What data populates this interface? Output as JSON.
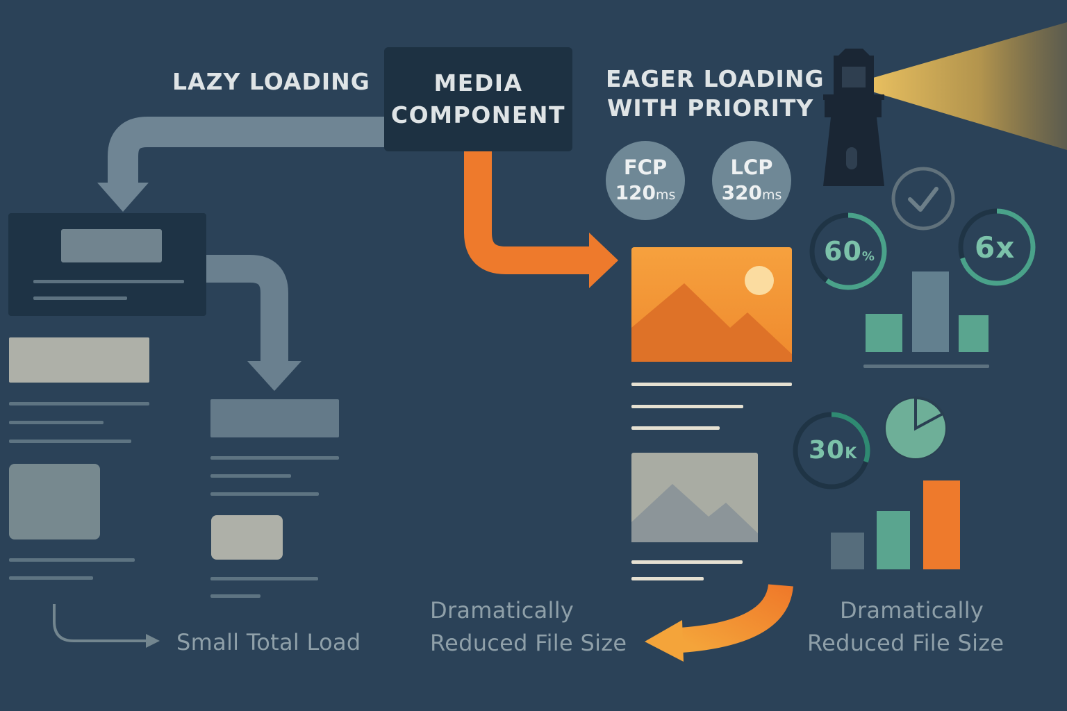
{
  "labels": {
    "lazy_loading": "LAZY LOADING",
    "media_component_line1": "MEDIA",
    "media_component_line2": "COMPONENT",
    "eager_line1": "EAGER LOADING",
    "eager_line2": "WITH PRIORITY",
    "small_total_load": "Small Total Load",
    "reduced_left_line1": "Dramatically",
    "reduced_left_line2": "Reduced File Size",
    "reduced_right_line1": "Dramatically",
    "reduced_right_line2": "Reduced File Size"
  },
  "metrics": {
    "fcp": {
      "name": "FCP",
      "value": "120",
      "unit": "ms"
    },
    "lcp": {
      "name": "LCP",
      "value": "320",
      "unit": "ms"
    },
    "ring_60": {
      "value": "60",
      "unit": "%",
      "fraction": 0.6
    },
    "ring_6x": {
      "value": "6x",
      "fraction": 0.7
    },
    "ring_30k": {
      "value": "30",
      "unit": "K",
      "fraction": 0.3
    }
  },
  "icons": {
    "lighthouse": "lighthouse-icon",
    "check": "check-circle-icon",
    "pie": "pie-chart-icon",
    "image": "image-icon"
  },
  "colors": {
    "background": "#2b4258",
    "orange": "#ee7a2c",
    "teal": "#62a891",
    "gray_card": "#aeb0a8",
    "dark_box": "#1d3142"
  }
}
